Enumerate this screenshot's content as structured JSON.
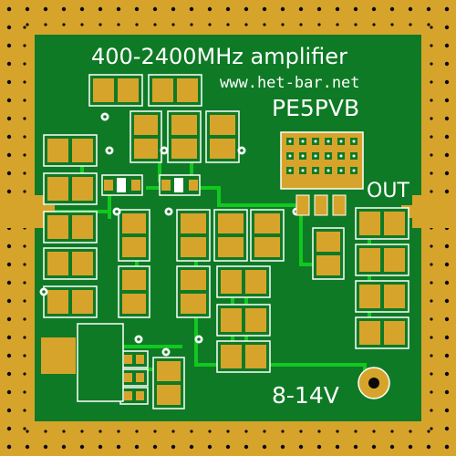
{
  "board": {
    "title": "400-2400MHz amplifier",
    "website": "www.het-bar.net",
    "callsign": "PE5PVB",
    "output_label": "OUT",
    "supply_label": "8-14V"
  },
  "colors": {
    "copper": "#d7a42b",
    "soldermask": "#0e7a25",
    "trace": "#12c820",
    "silkscreen": "#ffffff",
    "drill": "#0a0a0a"
  }
}
